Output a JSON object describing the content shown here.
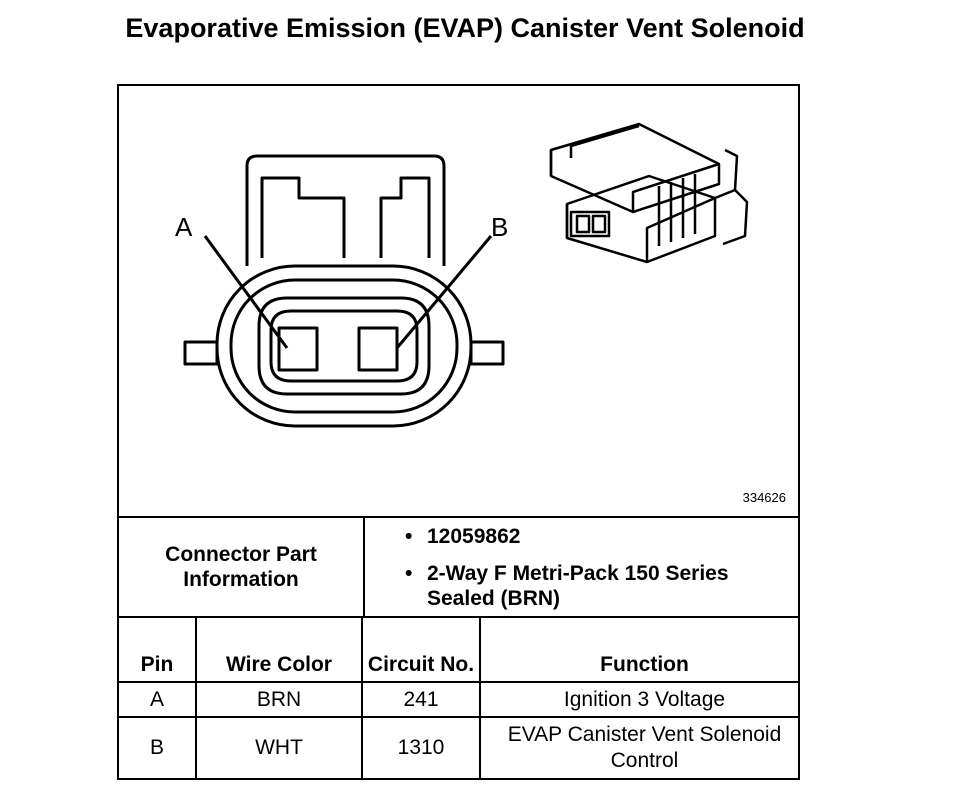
{
  "title": "Evaporative Emission (EVAP) Canister Vent Solenoid",
  "figure": {
    "callouts": [
      "A",
      "B"
    ],
    "figure_number": "334626",
    "icons": [
      "connector-face-view",
      "connector-perspective-view"
    ]
  },
  "connector_info": {
    "label": "Connector Part Information",
    "items": [
      "12059862",
      "2-Way F Metri-Pack 150 Series Sealed (BRN)"
    ]
  },
  "pin_table": {
    "headers": {
      "pin": "Pin",
      "wire_color": "Wire Color",
      "circuit_no": "Circuit No.",
      "function": "Function"
    },
    "rows": [
      {
        "pin": "A",
        "wire_color": "BRN",
        "circuit_no": "241",
        "function": "Ignition 3 Voltage"
      },
      {
        "pin": "B",
        "wire_color": "WHT",
        "circuit_no": "1310",
        "function": "EVAP Canister Vent Solenoid Control"
      }
    ]
  }
}
